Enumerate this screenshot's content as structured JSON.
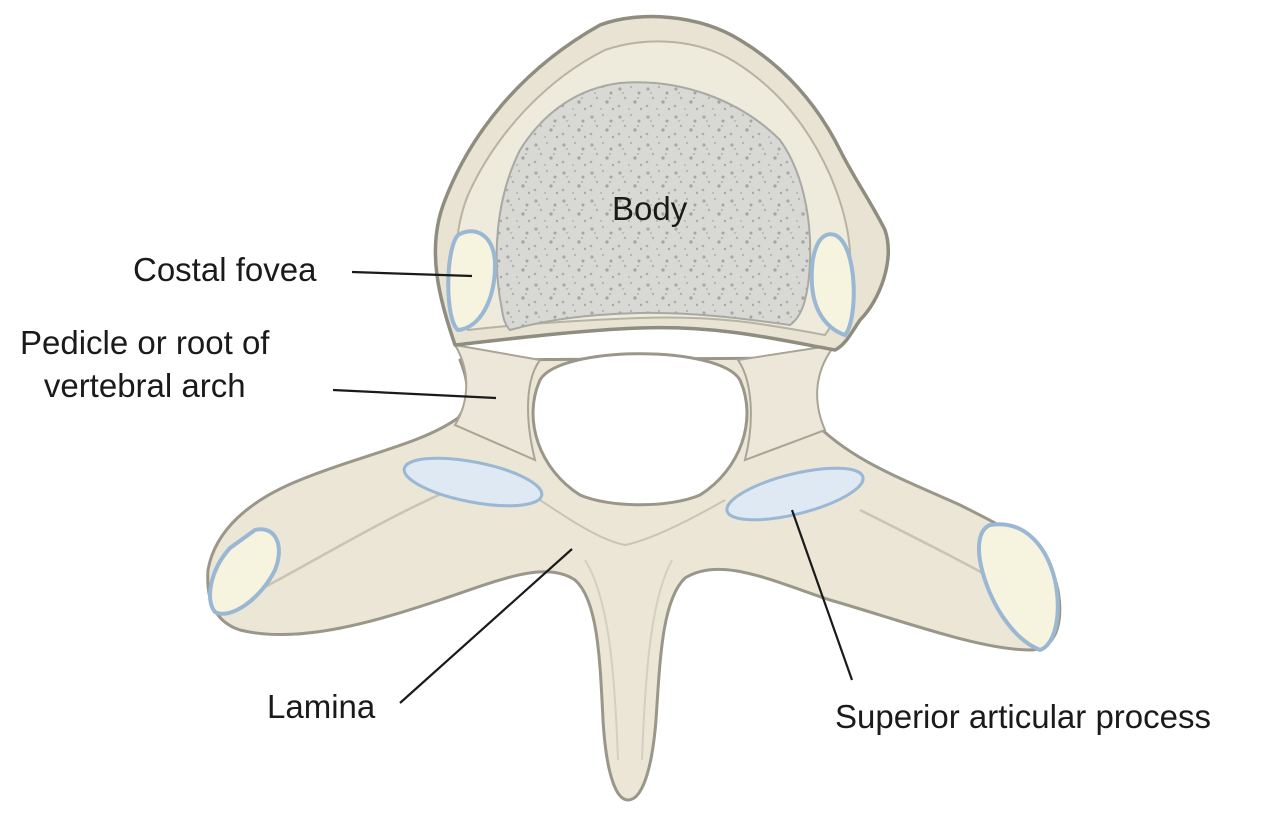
{
  "diagram": {
    "labels": {
      "body": "Body",
      "costal_fovea": "Costal fovea",
      "pedicle_line1": "Pedicle or root of",
      "pedicle_line2": "vertebral arch",
      "lamina": "Lamina",
      "superior_articular_process": "Superior articular process"
    },
    "colors": {
      "bone_fill": "#ebe6d6",
      "bone_outline": "#9a978a",
      "cancellous_fill": "#d9d9d5",
      "cartilage_fill": "#dfe9f4",
      "cartilage_outline": "#9ab7d3",
      "fovea_highlight": "#f6f3de",
      "leader_line": "#1a1a1a",
      "text": "#1a1a1a"
    }
  }
}
